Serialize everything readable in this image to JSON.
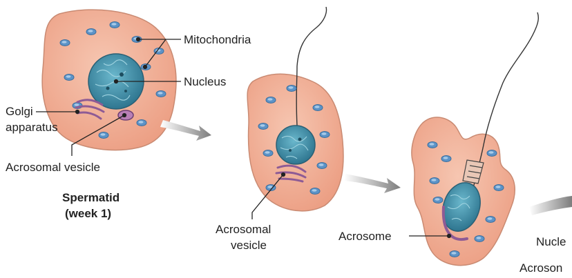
{
  "labels": {
    "mitochondria": "Mitochondria",
    "nucleus": "Nucleus",
    "golgi_line1": "Golgi",
    "golgi_line2": "apparatus",
    "acrosomal_vesicle_1": "Acrosomal vesicle",
    "caption_line1": "Spermatid",
    "caption_line2": "(week 1)",
    "acrosomal_vesicle_2_line1": "Acrosomal",
    "acrosomal_vesicle_2_line2": "vesicle",
    "acrosome": "Acrosome",
    "nucleus_cut": "Nucle",
    "acrosome_cut": "Acroson"
  },
  "colors": {
    "cell_fill": "#f2b39a",
    "cell_stroke": "#c98a72",
    "nucleus_fill": "#3f8ea7",
    "mito_fill": "#5d93c7",
    "golgi": "#8e5b95",
    "arrow": "#8a8a8a",
    "text": "#222222"
  }
}
